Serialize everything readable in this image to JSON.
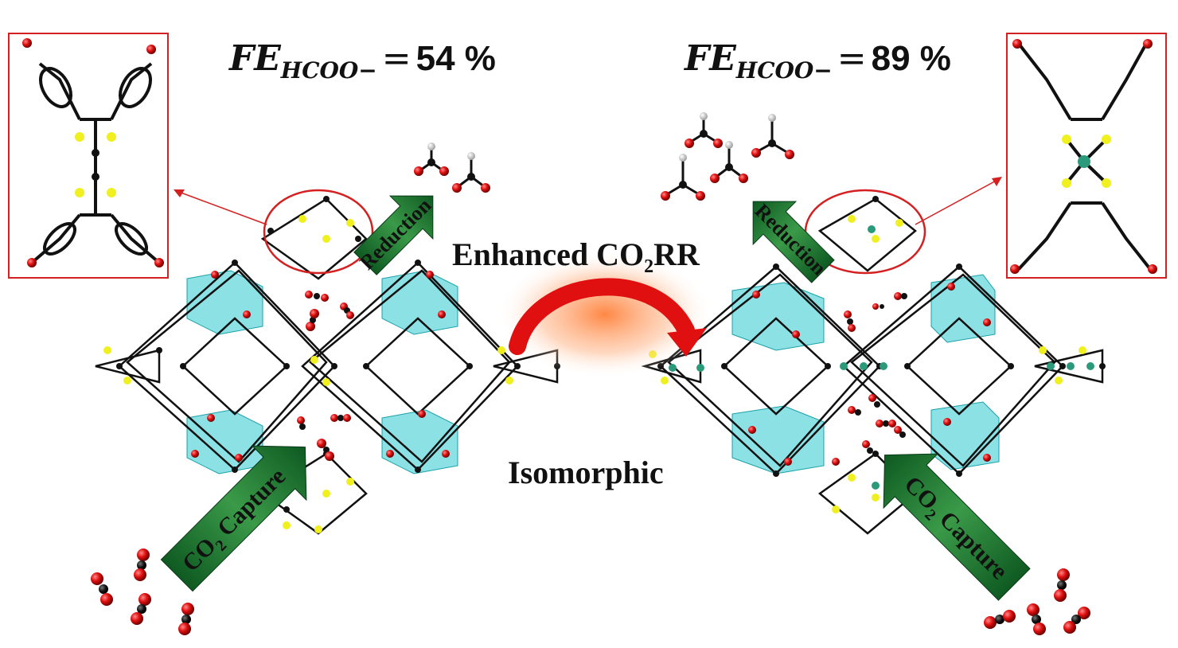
{
  "left_panel": {
    "fe_symbol": "FE",
    "fe_subscript": "HCOO−",
    "fe_equals": "=",
    "fe_value": "54 %",
    "reduction_label": "Reduction",
    "capture_prefix": "CO",
    "capture_subscript": "2",
    "capture_suffix": " Capture"
  },
  "right_panel": {
    "fe_symbol": "FE",
    "fe_subscript": "HCOO−",
    "fe_equals": "=",
    "fe_value": "89 %",
    "reduction_label": "Reduction",
    "capture_prefix": "CO",
    "capture_subscript": "2",
    "capture_suffix": " Capture"
  },
  "center": {
    "enhanced_prefix": "Enhanced CO",
    "enhanced_subscript": "2",
    "enhanced_suffix": "RR",
    "isomorphic": "Isomorphic"
  },
  "colors": {
    "carbon": "#111111",
    "oxygen": "#e01010",
    "sulfur": "#f0f020",
    "metal_polyhedra": "#2ec8d0",
    "nickel": "#2a9a7a",
    "hydrogen": "#e0e0e0",
    "arrow_green": "#1e6e30",
    "highlight_red": "#d42020"
  }
}
